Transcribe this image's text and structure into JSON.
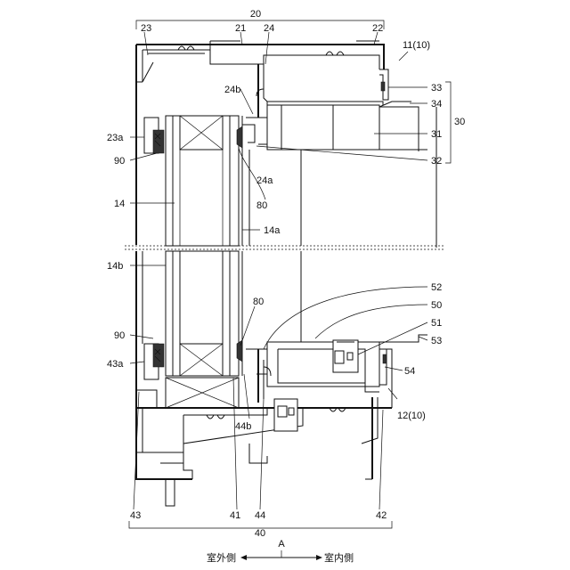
{
  "labels": {
    "n20": "20",
    "n21": "21",
    "n22": "22",
    "n23": "23",
    "n24": "24",
    "n24b": "24b",
    "n24a": "24a",
    "n23a": "23a",
    "n90a": "90",
    "n14": "14",
    "n80a": "80",
    "n14a": "14a",
    "n14b": "14b",
    "n11": "11(10)",
    "n33": "33",
    "n34": "34",
    "n30": "30",
    "n31": "31",
    "n32": "32",
    "n52": "52",
    "n50": "50",
    "n51": "51",
    "n53": "53",
    "n54": "54",
    "n12": "12(10)",
    "n80b": "80",
    "n90b": "90",
    "n43a": "43a",
    "n44b": "44b",
    "n43": "43",
    "n41": "41",
    "n44": "44",
    "n42": "42",
    "n40": "40"
  },
  "direction": {
    "letter": "A",
    "outdoor": "室外側",
    "indoor": "室内側"
  },
  "colors": {
    "line": "#111111",
    "gasket": "#333333",
    "background": "#ffffff"
  }
}
